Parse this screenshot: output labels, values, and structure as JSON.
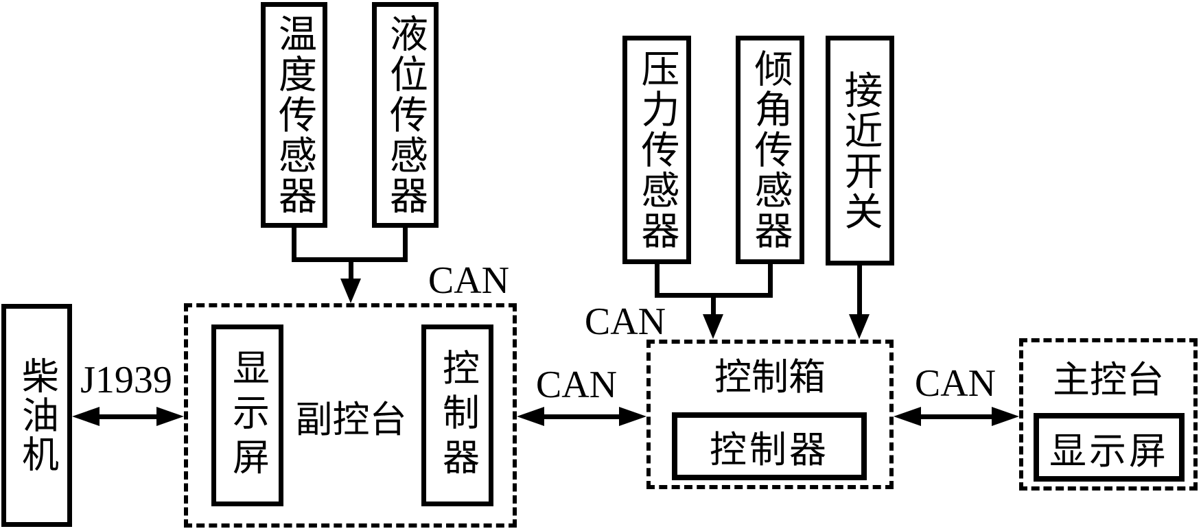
{
  "nodes": {
    "diesel_engine": "柴油机",
    "temp_sensor": "温度传感器",
    "level_sensor": "液位传感器",
    "pressure_sensor": "压力传感器",
    "tilt_sensor": "倾角传感器",
    "proximity_switch": "接近开关",
    "sub_console": "副控台",
    "sub_console_display": "显示屏",
    "sub_console_controller": "控制器",
    "control_box": "控制箱",
    "control_box_controller": "控制器",
    "main_console": "主控台",
    "main_console_display": "显示屏"
  },
  "links": {
    "j1939": "J1939",
    "can_sensors_to_sub_console": "CAN",
    "can_sub_console_to_control_box": "CAN",
    "can_sensors_to_control_box": "CAN",
    "can_control_box_to_main_console": "CAN"
  },
  "colors": {
    "line": "#000000",
    "background": "#ffffff"
  }
}
